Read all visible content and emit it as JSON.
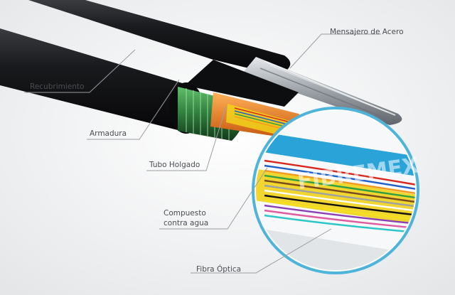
{
  "labels": {
    "mensajero": "Mensajero de Acero",
    "recubrimiento": "Recubrimiento",
    "armadura": "Armadura",
    "tubo": "Tubo Holgado",
    "compuesto_l1": "Compuesto",
    "compuesto_l2": "contra agua",
    "fibra": "Fibra Óptica"
  },
  "watermark": "FIBREMEX",
  "colors": {
    "jacket": "#111214",
    "armor": "#2f7d3c",
    "tube_orange": "#e8761e",
    "tube_blue": "#2aa4d8",
    "gel_yellow": "#f1d21a",
    "steel": "#b9bec4",
    "callout_ring": "#4fb3da",
    "leader_line": "#9a9ea3"
  },
  "fibers": [
    "#d9261c",
    "#1e5fc9",
    "#f39a1e",
    "#2ea043",
    "#7a4a1f",
    "#9aa0a6",
    "#ffffff",
    "#111111",
    "#f4e11c",
    "#8a3fb5",
    "#e05aa0",
    "#2bc7c7"
  ]
}
